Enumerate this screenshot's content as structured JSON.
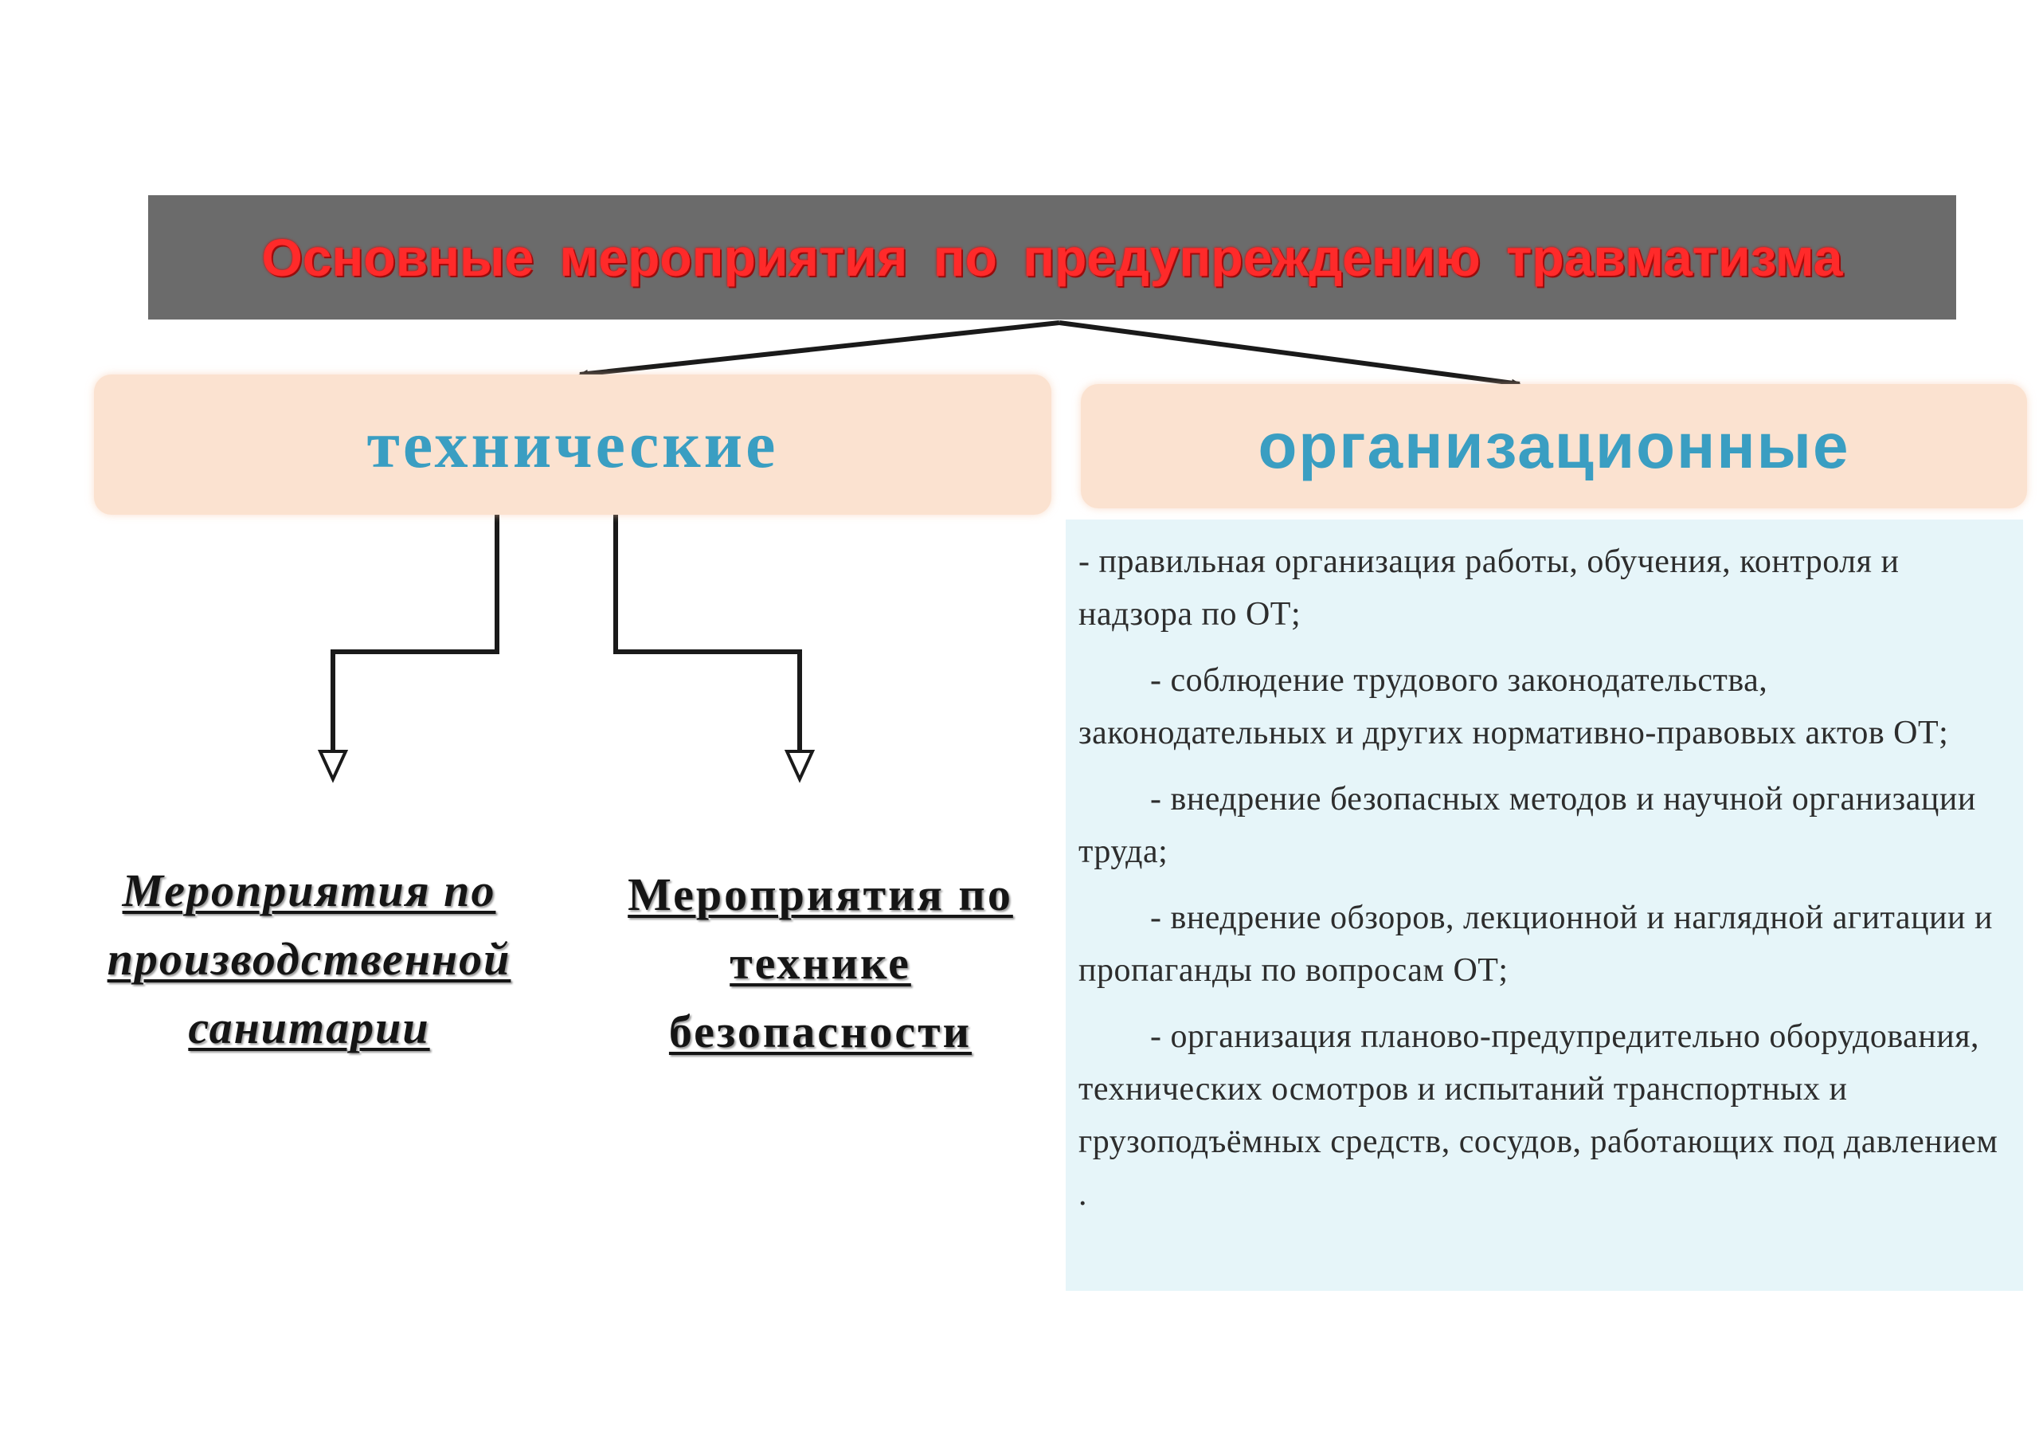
{
  "header": {
    "title": "Основные мероприятия  по  предупреждению  травматизма"
  },
  "categories": {
    "technical": "технические",
    "organizational": "организационные"
  },
  "technical_measures": {
    "sanitation": "Мероприятия по производственной санитарии",
    "safety": "Мероприятия по технике безопасности"
  },
  "organizational_measures": [
    "- правильная организация работы, обучения, контроля и надзора по ОТ;",
    "- соблюдение трудового законодательства, законодательных и других нормативно-правовых актов   ОТ;",
    "- внедрение безопасных методов и научной организации труда;",
    "- внедрение обзоров, лекционной и наглядной агитации и пропаганды по вопросам ОТ;",
    "-  организация планово-предупредительно оборудования, технических осмотров и испытаний транспортных и грузоподъёмных средств, сосудов, работающих под давлением ."
  ],
  "colors": {
    "title_bar": "#6b6b6b",
    "title_text": "#ff2a2a",
    "category_box": "#fbe2d0",
    "category_text": "#3a9ec2",
    "list_panel": "#e6f5f9"
  }
}
